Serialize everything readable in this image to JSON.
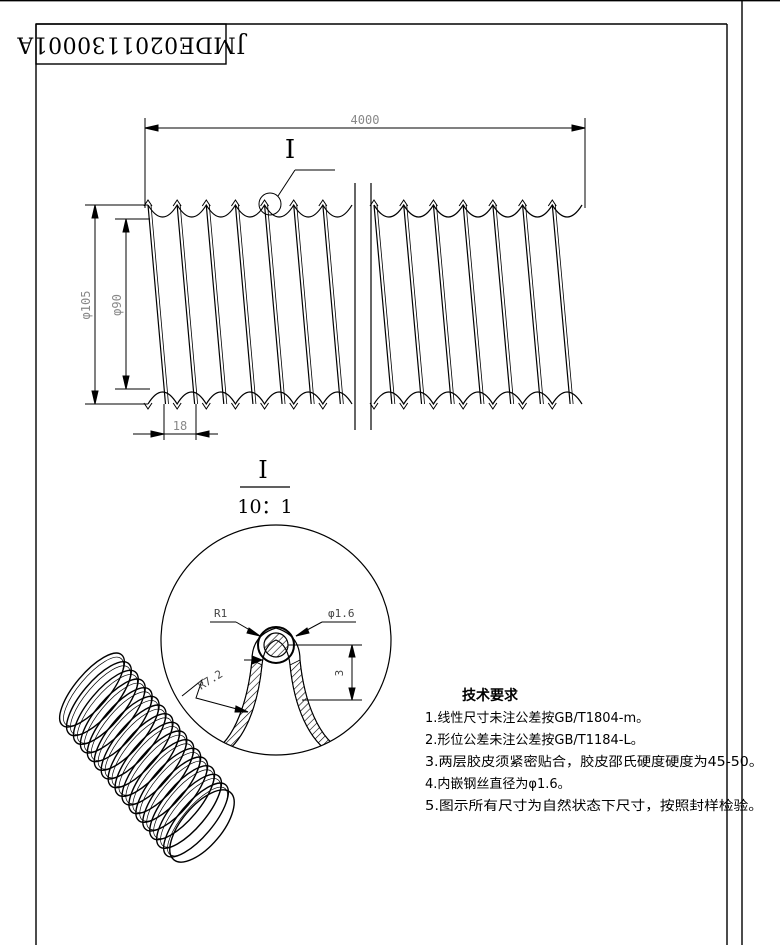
{
  "drawing_number": "JMDE0201130001A",
  "dimensions": {
    "overall_length": "4000",
    "outer_diameter": "φ105",
    "inner_diameter": "φ90",
    "pitch": "18"
  },
  "detail": {
    "label": "I",
    "scale": "10：1",
    "radius_r1": "R1",
    "wire_dia": "φ1.6",
    "radius_r7": "R7.2",
    "height": "3"
  },
  "requirements": {
    "title": "技术要求",
    "items": [
      "1.线性尺寸未注公差按GB/T1804-m。",
      "2.形位公差未注公差按GB/T1184-L。",
      "3.两层胶皮须紧密贴合，胶皮邵氏硬度硬度为45-50。",
      "4.内嵌钢丝直径为φ1.6。",
      "5.图示所有尺寸为自然状态下尺寸，按照封样检验。"
    ]
  }
}
